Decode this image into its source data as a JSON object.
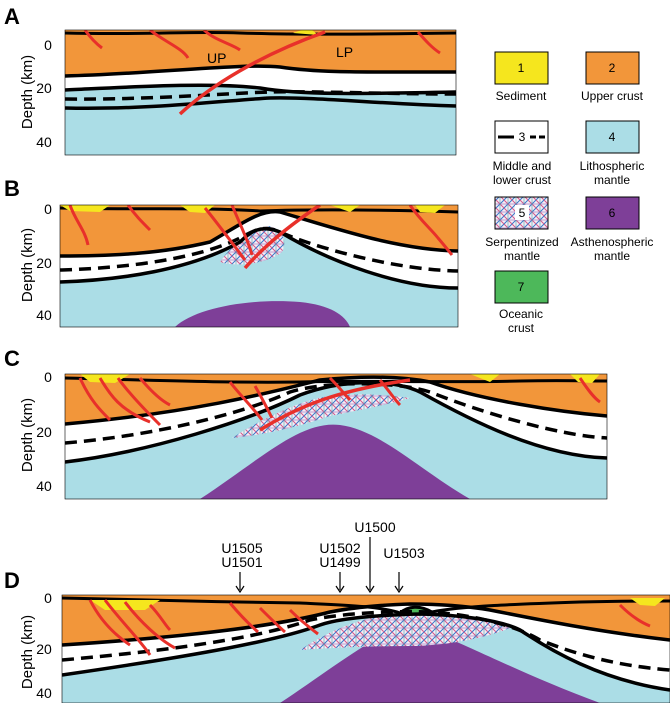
{
  "colors": {
    "sediment": "#F5E61E",
    "upper_crust": "#F2963A",
    "middle_lower_crust": "#FFFFFF",
    "lithospheric_mantle": "#ABDDE6",
    "serpentinized_mantle": "hatched",
    "asthenospheric_mantle": "#7E3F98",
    "oceanic_crust": "#4DB85A",
    "fault": "#E8302A",
    "boundary": "#000000"
  },
  "axis": {
    "ylabel": "Depth (km)",
    "ticks": [
      "0",
      "20",
      "40"
    ]
  },
  "panels": [
    {
      "letter": "A",
      "plates": [
        "UP",
        "LP"
      ],
      "sites": []
    },
    {
      "letter": "B",
      "plates": [],
      "sites": []
    },
    {
      "letter": "C",
      "plates": [],
      "sites": []
    },
    {
      "letter": "D",
      "plates": [],
      "sites": [
        {
          "label_lines": [
            "U1505",
            "U1501"
          ]
        },
        {
          "label_lines": [
            "U1502",
            "U1499"
          ]
        },
        {
          "label_lines": [
            "U1500"
          ]
        },
        {
          "label_lines": [
            "U1503"
          ]
        }
      ]
    }
  ],
  "legend": [
    {
      "number": "1",
      "label_lines": [
        "Sediment"
      ]
    },
    {
      "number": "2",
      "label_lines": [
        "Upper crust"
      ]
    },
    {
      "number": "3",
      "label_lines": [
        "Middle and",
        "lower crust"
      ]
    },
    {
      "number": "4",
      "label_lines": [
        "Lithospheric",
        "mantle"
      ]
    },
    {
      "number": "5",
      "label_lines": [
        "Serpentinized",
        "mantle"
      ]
    },
    {
      "number": "6",
      "label_lines": [
        "Asthenospheric",
        "mantle"
      ]
    },
    {
      "number": "7",
      "label_lines": [
        "Oceanic",
        "crust"
      ]
    }
  ]
}
